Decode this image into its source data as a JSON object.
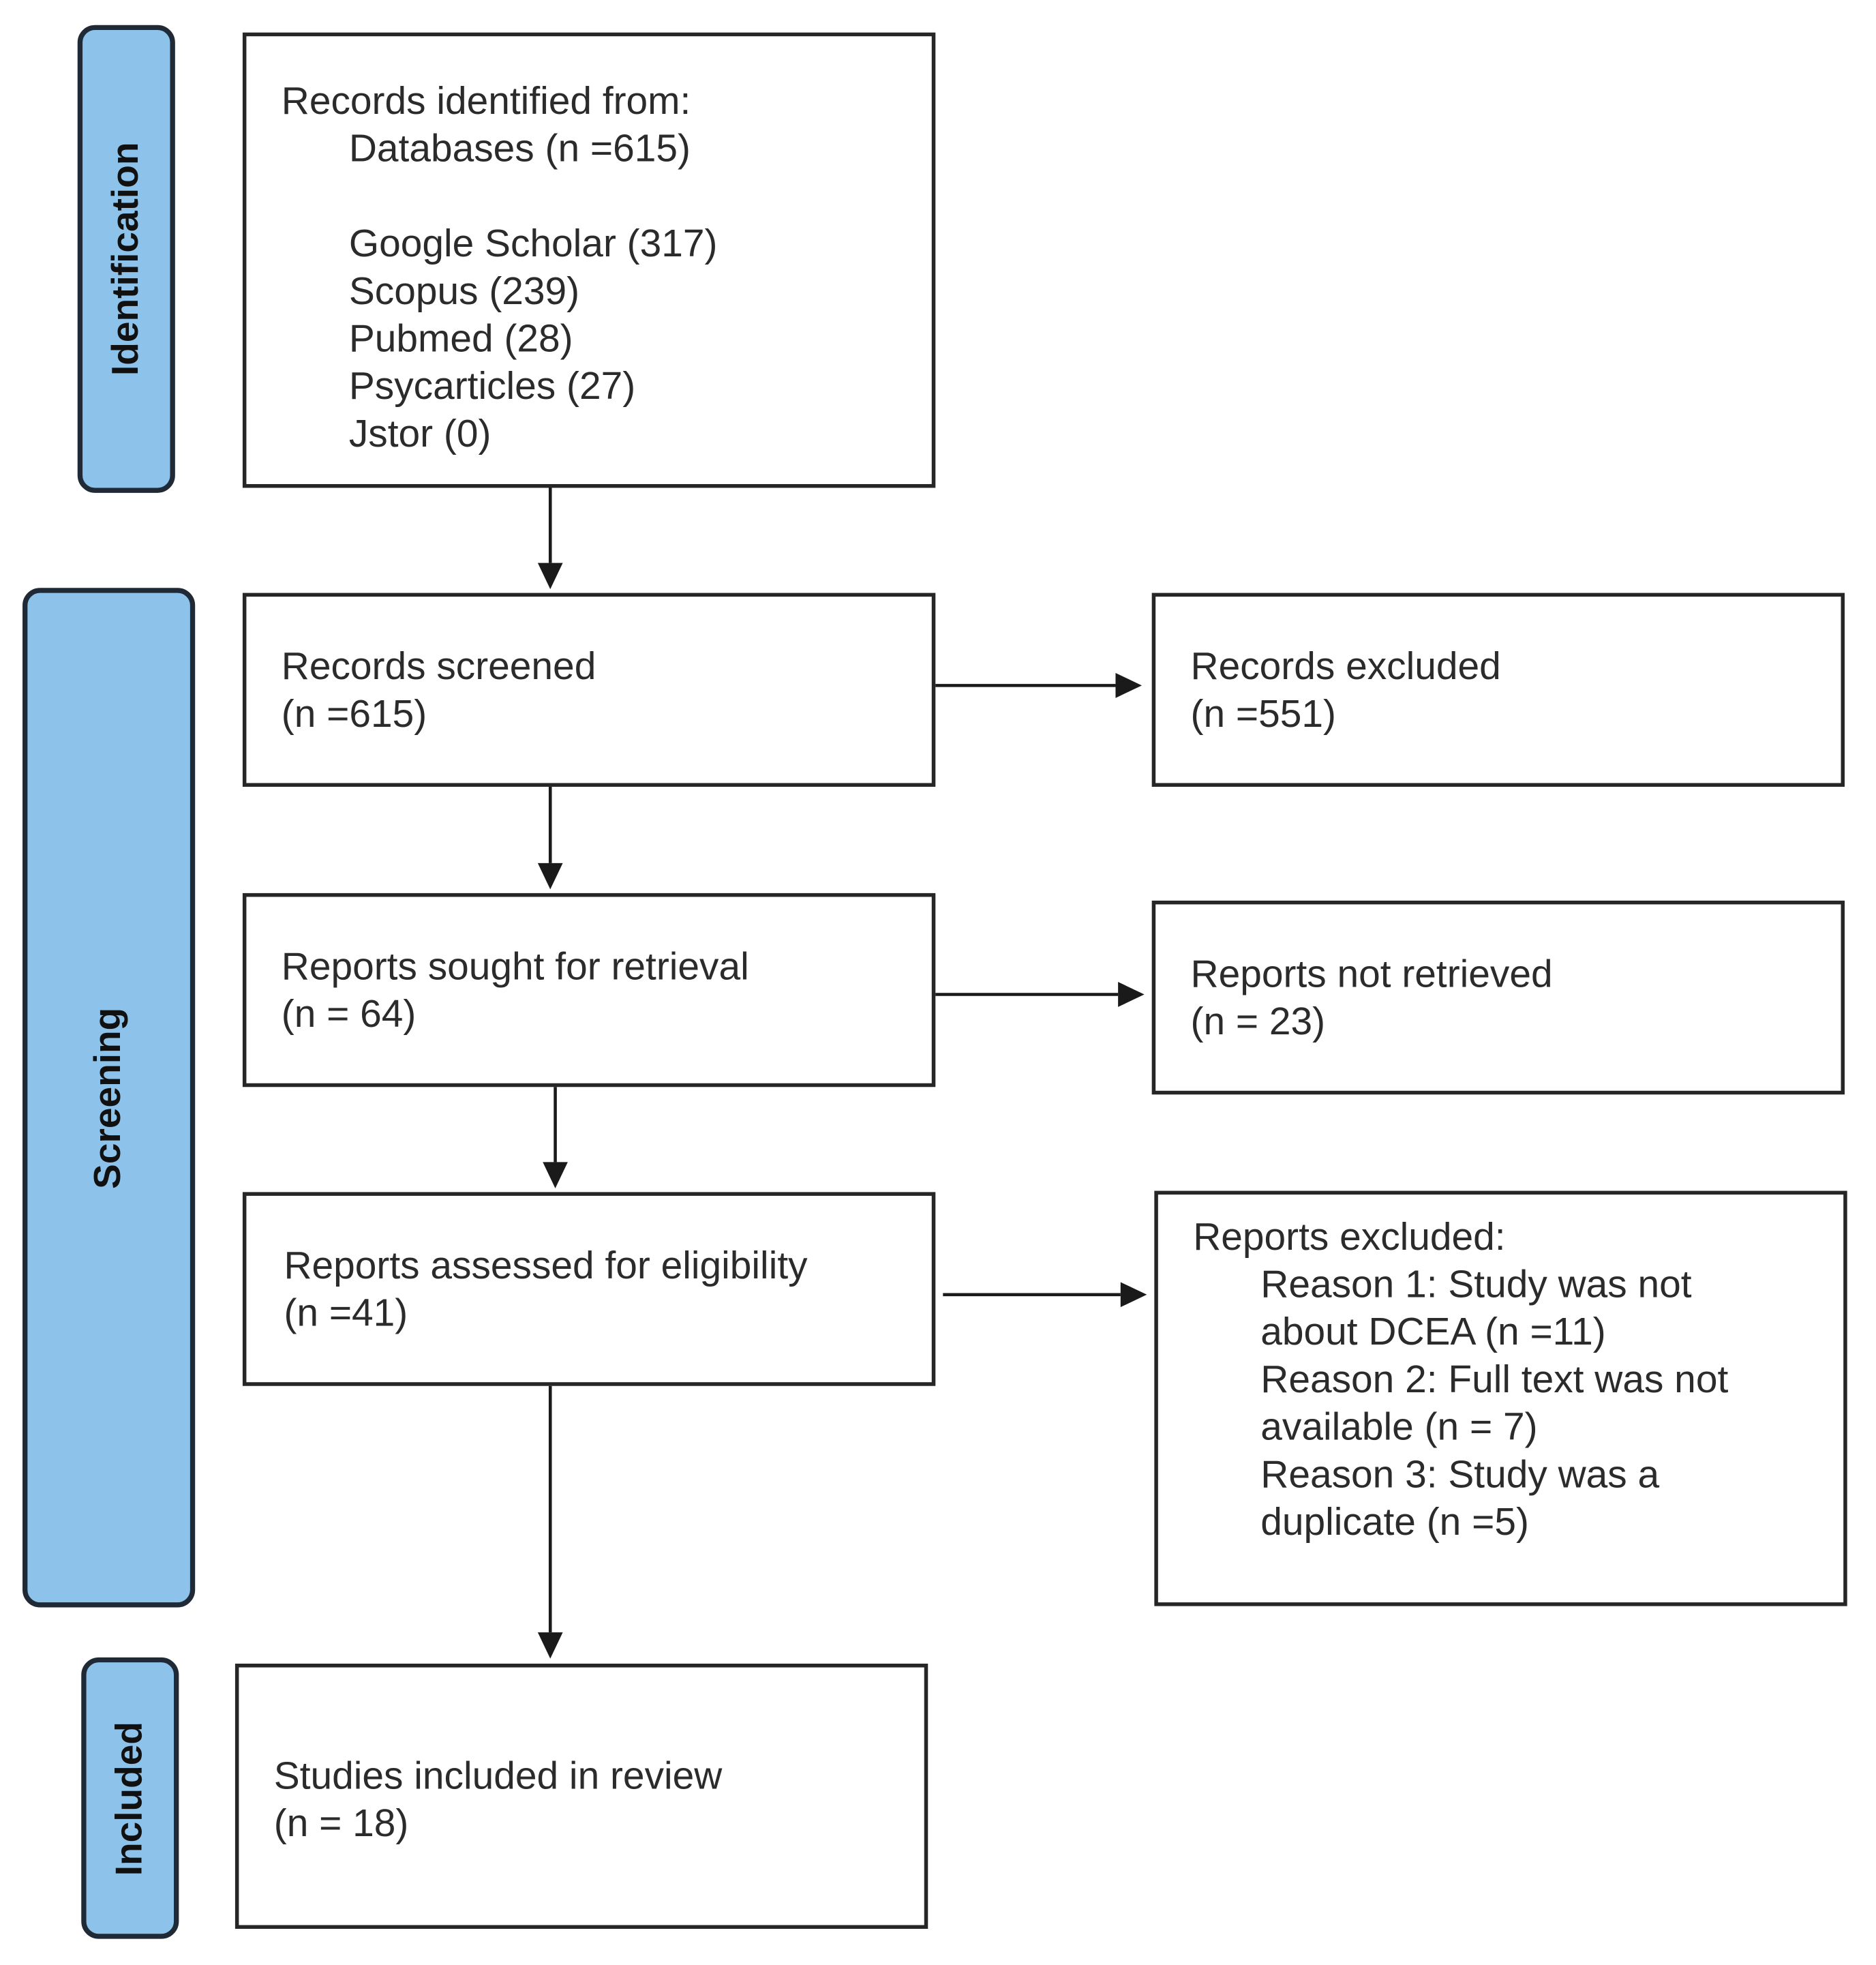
{
  "phases": {
    "identification": "Identification",
    "screening": "Screening",
    "included": "Included"
  },
  "identification_box": {
    "heading": "Records identified  from:",
    "databases": "Databases  (n =615)",
    "sources": [
      "Google Scholar (317)",
      "Scopus (239)",
      "Pubmed (28)",
      "Psycarticles (27)",
      "Jstor (0)"
    ]
  },
  "screened_box": {
    "title": "Records screened",
    "count": "(n =615)"
  },
  "excluded_box": {
    "title": "Records excluded",
    "count": "(n =551)"
  },
  "sought_box": {
    "title": "Reports sought  for retrieval",
    "count": "(n = 64)"
  },
  "not_retrieved_box": {
    "title": "Reports not retrieved",
    "count": "(n = 23)"
  },
  "assessed_box": {
    "title": "Reports assessed  for eligibility",
    "count": "(n =41)"
  },
  "reports_excluded_box": {
    "heading": "Reports excluded:",
    "lines": [
      "Reason 1: Study was not",
      "about DCEA (n =11)",
      "Reason 2: Full text was not",
      "available (n = 7)",
      "Reason 3: Study was a",
      "duplicate  (n =5)"
    ]
  },
  "included_box": {
    "title": "Studies included  in review",
    "count": "(n = 18)"
  }
}
